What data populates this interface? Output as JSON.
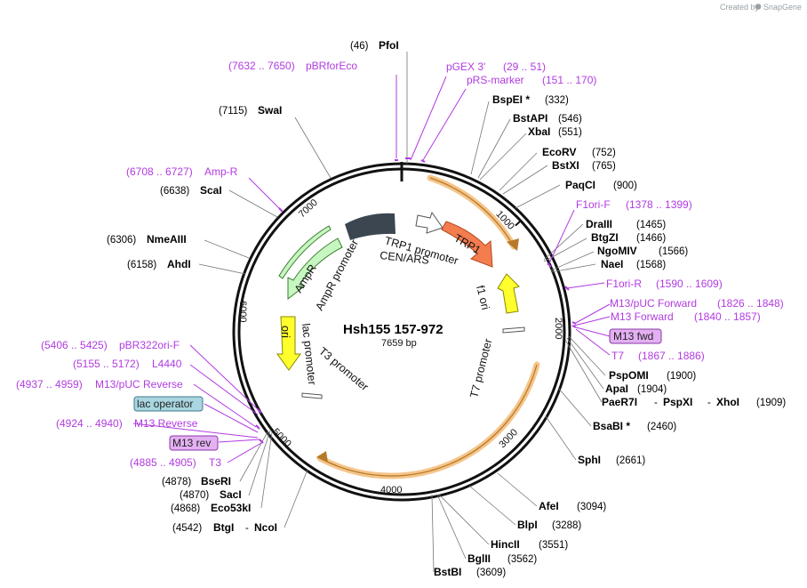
{
  "credit": {
    "prefix": "Created by",
    "brand": "SnapGene",
    "icon": "snapgene-logo-icon"
  },
  "plasmid": {
    "name": "Hsh155 157-972",
    "length": "7659 bp"
  },
  "ticks": [
    "1000",
    "2000",
    "3000",
    "4000",
    "5000",
    "6000",
    "7000"
  ],
  "features": {
    "cen_ars": "CEN/ARS",
    "trp1_promoter": "TRP1 promoter",
    "trp1": "TRP1",
    "f1_ori": "f1 ori",
    "t7_promoter": "T7 promoter",
    "ampr": "AmpR",
    "ampr_promoter": "AmpR promoter",
    "ori": "ori",
    "lac_promoter": "lac promoter",
    "t3_promoter": "T3 promoter"
  },
  "sites": [
    {
      "name": "PfoI",
      "pos": "(46)"
    },
    {
      "name": "SwaI",
      "pos": "(7115)"
    },
    {
      "name": "ScaI",
      "pos": "(6638)"
    },
    {
      "name": "NmeAIII",
      "pos": "(6306)"
    },
    {
      "name": "AhdI",
      "pos": "(6158)"
    },
    {
      "name": "BspEI *",
      "pos": "(332)"
    },
    {
      "name": "BstAPI",
      "pos": "(546)"
    },
    {
      "name": "XbaI",
      "pos": "(551)"
    },
    {
      "name": "EcoRV",
      "pos": "(752)"
    },
    {
      "name": "BstXI",
      "pos": "(765)"
    },
    {
      "name": "PaqCI",
      "pos": "(900)"
    },
    {
      "name": "DraIII",
      "pos": "(1465)"
    },
    {
      "name": "BtgZI",
      "pos": "(1466)"
    },
    {
      "name": "NgoMIV",
      "pos": "(1566)"
    },
    {
      "name": "NaeI",
      "pos": "(1568)"
    },
    {
      "name": "PspOMI",
      "pos": "(1900)"
    },
    {
      "name": "ApaI",
      "pos": "(1904)"
    },
    {
      "name": "PaeR7I",
      "name2": "PspXI",
      "name3": "XhoI",
      "pos": "(1909)"
    },
    {
      "name": "BsaBI *",
      "pos": "(2460)"
    },
    {
      "name": "SphI",
      "pos": "(2661)"
    },
    {
      "name": "AfeI",
      "pos": "(3094)"
    },
    {
      "name": "BlpI",
      "pos": "(3288)"
    },
    {
      "name": "HincII",
      "pos": "(3551)"
    },
    {
      "name": "BglII",
      "pos": "(3562)"
    },
    {
      "name": "BstBI",
      "pos": "(3609)"
    },
    {
      "name": "BseRI",
      "pos": "(4878)"
    },
    {
      "name": "SacI",
      "pos": "(4870)"
    },
    {
      "name": "Eco53kI",
      "pos": "(4868)"
    },
    {
      "name": "BtgI",
      "name2": "NcoI",
      "pos": "(4542)"
    }
  ],
  "primers": [
    {
      "name": "pGEX 3'",
      "range": "(29 .. 51)"
    },
    {
      "name": "pRS-marker",
      "range": "(151 .. 170)"
    },
    {
      "name": "pBRforEco",
      "range": "(7632 .. 7650)"
    },
    {
      "name": "Amp-R",
      "range": "(6708 .. 6727)"
    },
    {
      "name": "F1ori-F",
      "range": "(1378 .. 1399)"
    },
    {
      "name": "F1ori-R",
      "range": "(1590 .. 1609)"
    },
    {
      "name": "M13/pUC Forward",
      "range": "(1826 .. 1848)"
    },
    {
      "name": "M13 Forward",
      "range": "(1840 .. 1857)"
    },
    {
      "name": "M13 fwd",
      "range": ""
    },
    {
      "name": "T7",
      "range": "(1867 .. 1886)"
    },
    {
      "name": "pBR322ori-F",
      "range": "(5406 .. 5425)"
    },
    {
      "name": "L4440",
      "range": "(5155 .. 5172)"
    },
    {
      "name": "M13/pUC Reverse",
      "range": "(4937 .. 4959)"
    },
    {
      "name": "lac operator",
      "range": ""
    },
    {
      "name": "M13 Reverse",
      "range": "(4924 .. 4940)"
    },
    {
      "name": "M13 rev",
      "range": ""
    },
    {
      "name": "T3",
      "range": "(4885 .. 4905)"
    }
  ],
  "colors": {
    "primer": "#b13be0",
    "trp1": "#f47c4f",
    "f1_ori": "#ffff2e",
    "ori": "#ffff2e",
    "ampr": "#c6f7c0",
    "cen_ars": "#3b4650",
    "orange_arc": "#f5c58a",
    "m13_box": "#e3b0f2",
    "lac_box": "#a9d6e0"
  }
}
